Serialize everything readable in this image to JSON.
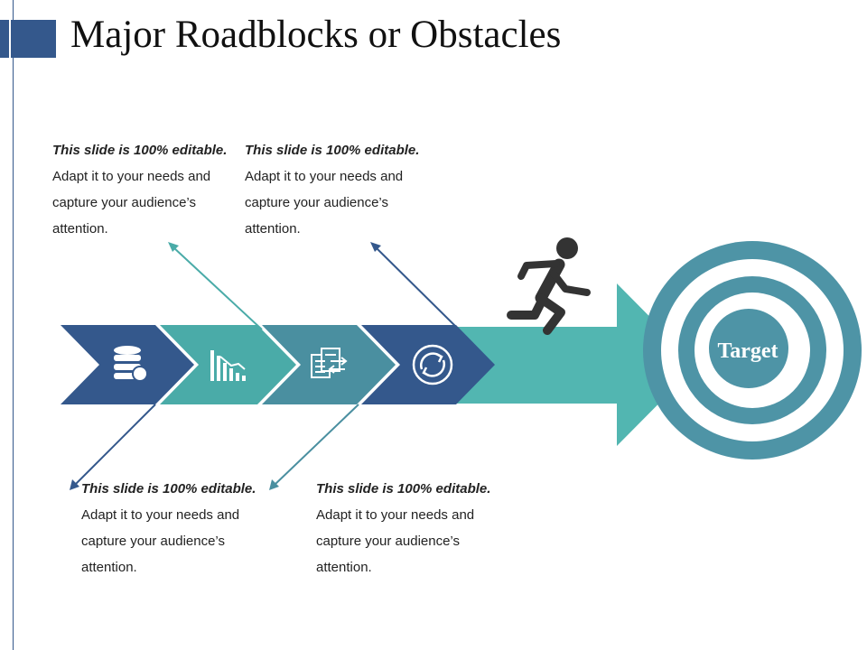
{
  "slide": {
    "title": "Major Roadblocks or Obstacles",
    "target_label": "Target"
  },
  "steps": [
    {
      "icon": "database-icon",
      "color": "#34588c"
    },
    {
      "icon": "bar-chart-decline-icon",
      "color": "#4aaba8"
    },
    {
      "icon": "document-transfer-icon",
      "color": "#4a8fa0"
    },
    {
      "icon": "refresh-cycle-icon",
      "color": "#34588c"
    }
  ],
  "big_arrow": {
    "color": "#52b6b1"
  },
  "target": {
    "outer_color": "#4e94a6",
    "inner_color": "#ffffff"
  },
  "runner": {
    "icon": "running-person-icon",
    "color": "#333333"
  },
  "notes": [
    {
      "bold": "This slide is 100% editable.",
      "text": " Adapt it to your needs and capture your audience’s attention."
    },
    {
      "bold": "This slide is 100% editable.",
      "text": " Adapt it to your needs and capture your audience’s attention."
    },
    {
      "bold": "This slide is 100% editable.",
      "text": " Adapt it to your needs and capture your audience’s attention."
    },
    {
      "bold": "This slide is 100% editable.",
      "text": " Adapt it to your needs and capture your audience’s attention."
    }
  ]
}
